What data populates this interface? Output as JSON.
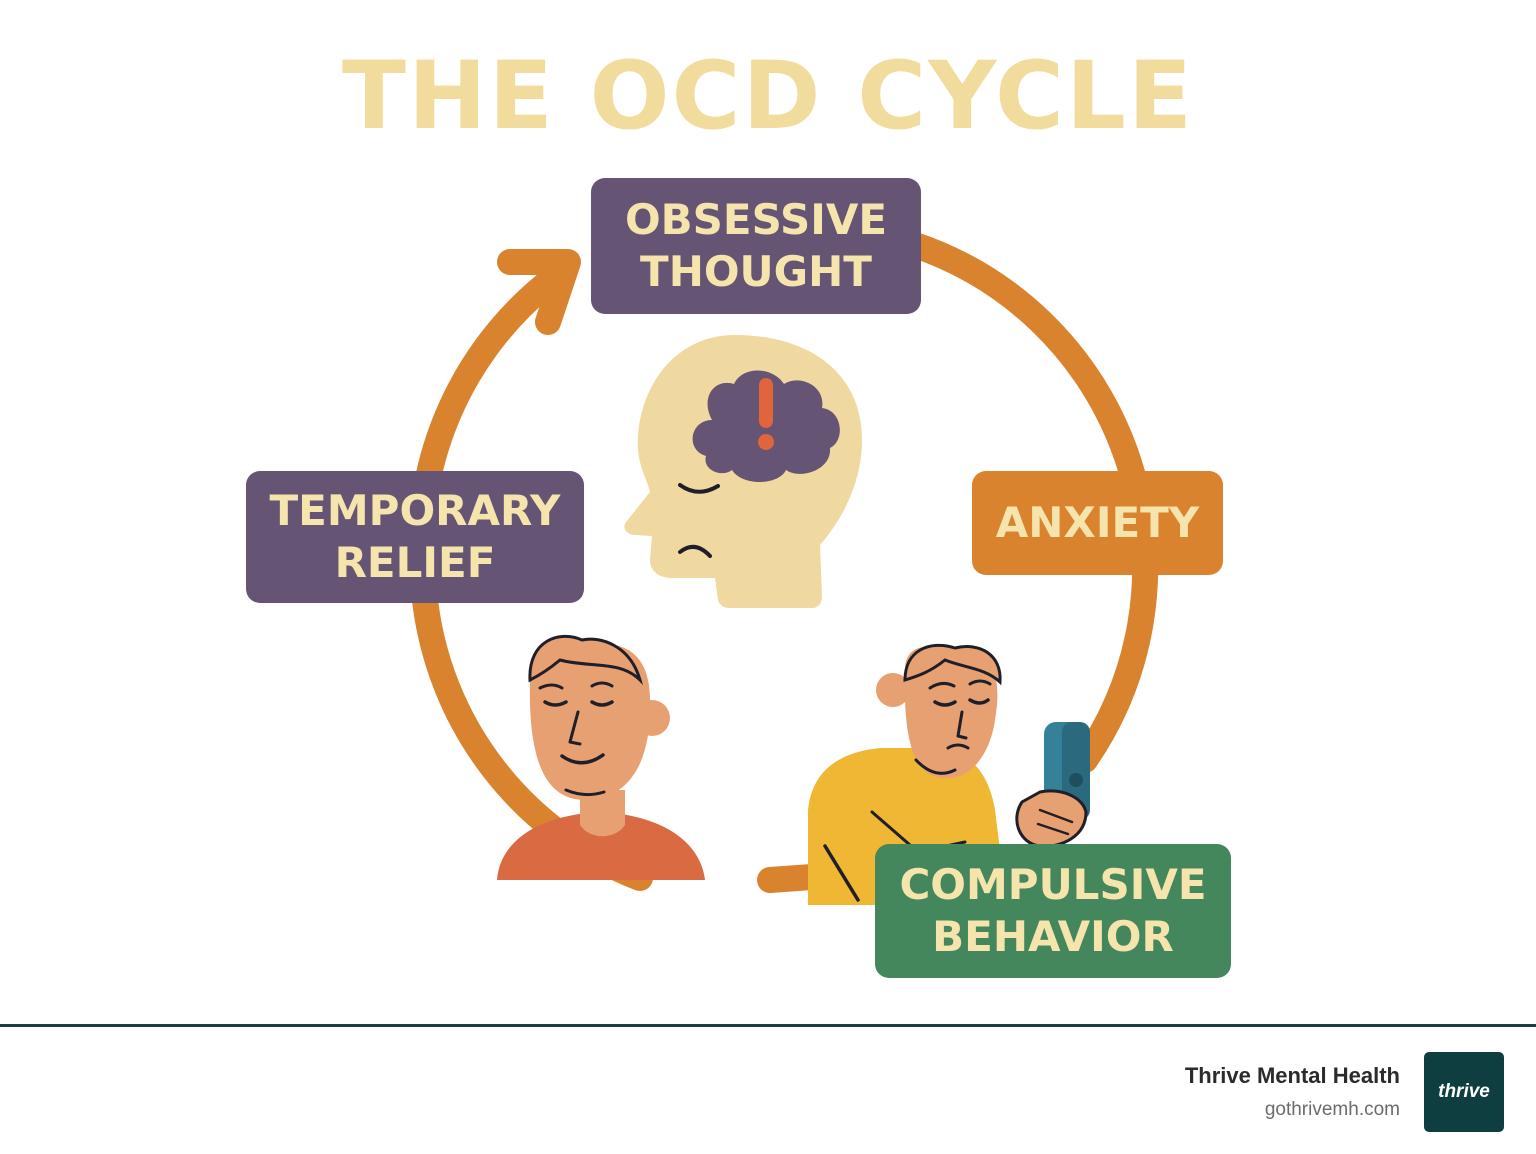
{
  "title": "THE OCD CYCLE",
  "colors": {
    "title": "#f1dc9d",
    "purple_box": "#655473",
    "orange_box": "#d9832f",
    "green_box": "#44875c",
    "cycle_arrow": "#d9832f",
    "box_text": "#f5e4ac",
    "footer_line": "#1d3d44",
    "logo_bg": "#0f3e40"
  },
  "stages": {
    "obsessive": {
      "line1": "OBSESSIVE",
      "line2": "THOUGHT"
    },
    "anxiety": {
      "line1": "ANXIETY"
    },
    "compulsive": {
      "line1": "COMPULSIVE",
      "line2": "BEHAVIOR"
    },
    "relief": {
      "line1": "TEMPORARY",
      "line2": "RELIEF"
    }
  },
  "illustrations": {
    "center": "head-with-worry-cloud-icon",
    "relief": "relieved-person-icon",
    "compulsive": "person-with-soap-dispenser-icon"
  },
  "footer": {
    "brand_name": "Thrive Mental Health",
    "brand_url": "gothrivemh.com",
    "logo_text": "thrive"
  }
}
